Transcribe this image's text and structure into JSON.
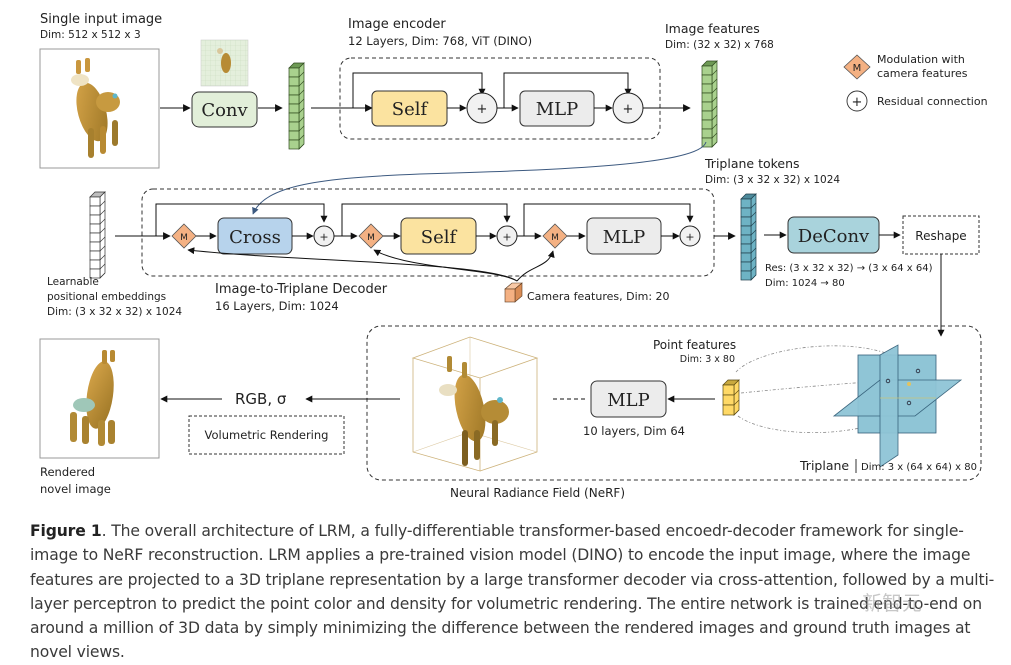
{
  "input_image": {
    "title": "Single input image",
    "dim": "Dim: 512 x 512 x 3"
  },
  "encoder": {
    "title": "Image encoder",
    "subtitle": "12 Layers, Dim: 768, ViT (DINO)",
    "conv_label": "Conv",
    "self_label": "Self",
    "mlp_label": "MLP"
  },
  "image_features": {
    "title": "Image features",
    "dim": "Dim: (32 x 32) x 768"
  },
  "legend": {
    "modulation_symbol": "M",
    "modulation_line1": "Modulation with",
    "modulation_line2": "camera features",
    "residual_symbol": "+",
    "residual_label": "Residual connection"
  },
  "decoder": {
    "title": "Image-to-Triplane Decoder",
    "subtitle": "16 Layers, Dim: 1024",
    "cross_label": "Cross",
    "self_label": "Self",
    "mlp_label": "MLP",
    "mod_symbol": "M",
    "plus_symbol": "+"
  },
  "positional": {
    "line1": "Learnable",
    "line2": "positional embeddings",
    "dim": "Dim: (3 x 32 x 32) x 1024"
  },
  "camera": {
    "label": "Camera features, Dim: 20"
  },
  "triplane_tokens": {
    "title": "Triplane  tokens",
    "dim": "Dim: (3 x 32 x 32) x 1024"
  },
  "deconv": {
    "label": "DeConv",
    "res": "Res: (3 x 32 x 32) → (3 x 64 x 64)",
    "dim": "Dim: 1024 → 80"
  },
  "reshape": {
    "label": "Reshape"
  },
  "nerf": {
    "title": "Neural Radiance Field (NeRF)",
    "mlp_label": "MLP",
    "mlp_sub": "10 layers, Dim 64",
    "point_title": "Point features",
    "point_dim": "Dim: 3 x 80",
    "triplane_label": "Triplane",
    "triplane_dim": "Dim: 3 x (64 x 64) x 80"
  },
  "rendering": {
    "output_label": "RGB, σ",
    "box_label": "Volumetric Rendering",
    "rendered_line1": "Rendered",
    "rendered_line2": "novel image"
  },
  "colors": {
    "conv_fill": "#e2efd9",
    "self_fill": "#fbe3a0",
    "mlp_fill": "#ececec",
    "cross_fill": "#b7d3ec",
    "deconv_fill": "#a9d3dc",
    "mod_fill": "#f4b183",
    "green_tokens": "#a9d18e",
    "teal_tokens": "#6eb3c4",
    "triplane": "#8fc5d6",
    "point_features": "#ffd966"
  },
  "caption": {
    "figure_label": "Figure 1",
    "text": ". The overall architecture of LRM, a fully-differentiable transformer-based encoedr-decoder framework for single-image to NeRF reconstruction. LRM applies a pre-trained vision model (DINO) to encode the input image, where the image features are projected to a 3D triplane representation by a large transformer decoder via cross-attention, followed by a multi-layer perceptron to predict the point color and density for volumetric rendering. The entire network is trained end-to-end on around a million of 3D data by simply minimizing the difference between the rendered images and ground truth images at novel views."
  },
  "watermark": "新智元"
}
